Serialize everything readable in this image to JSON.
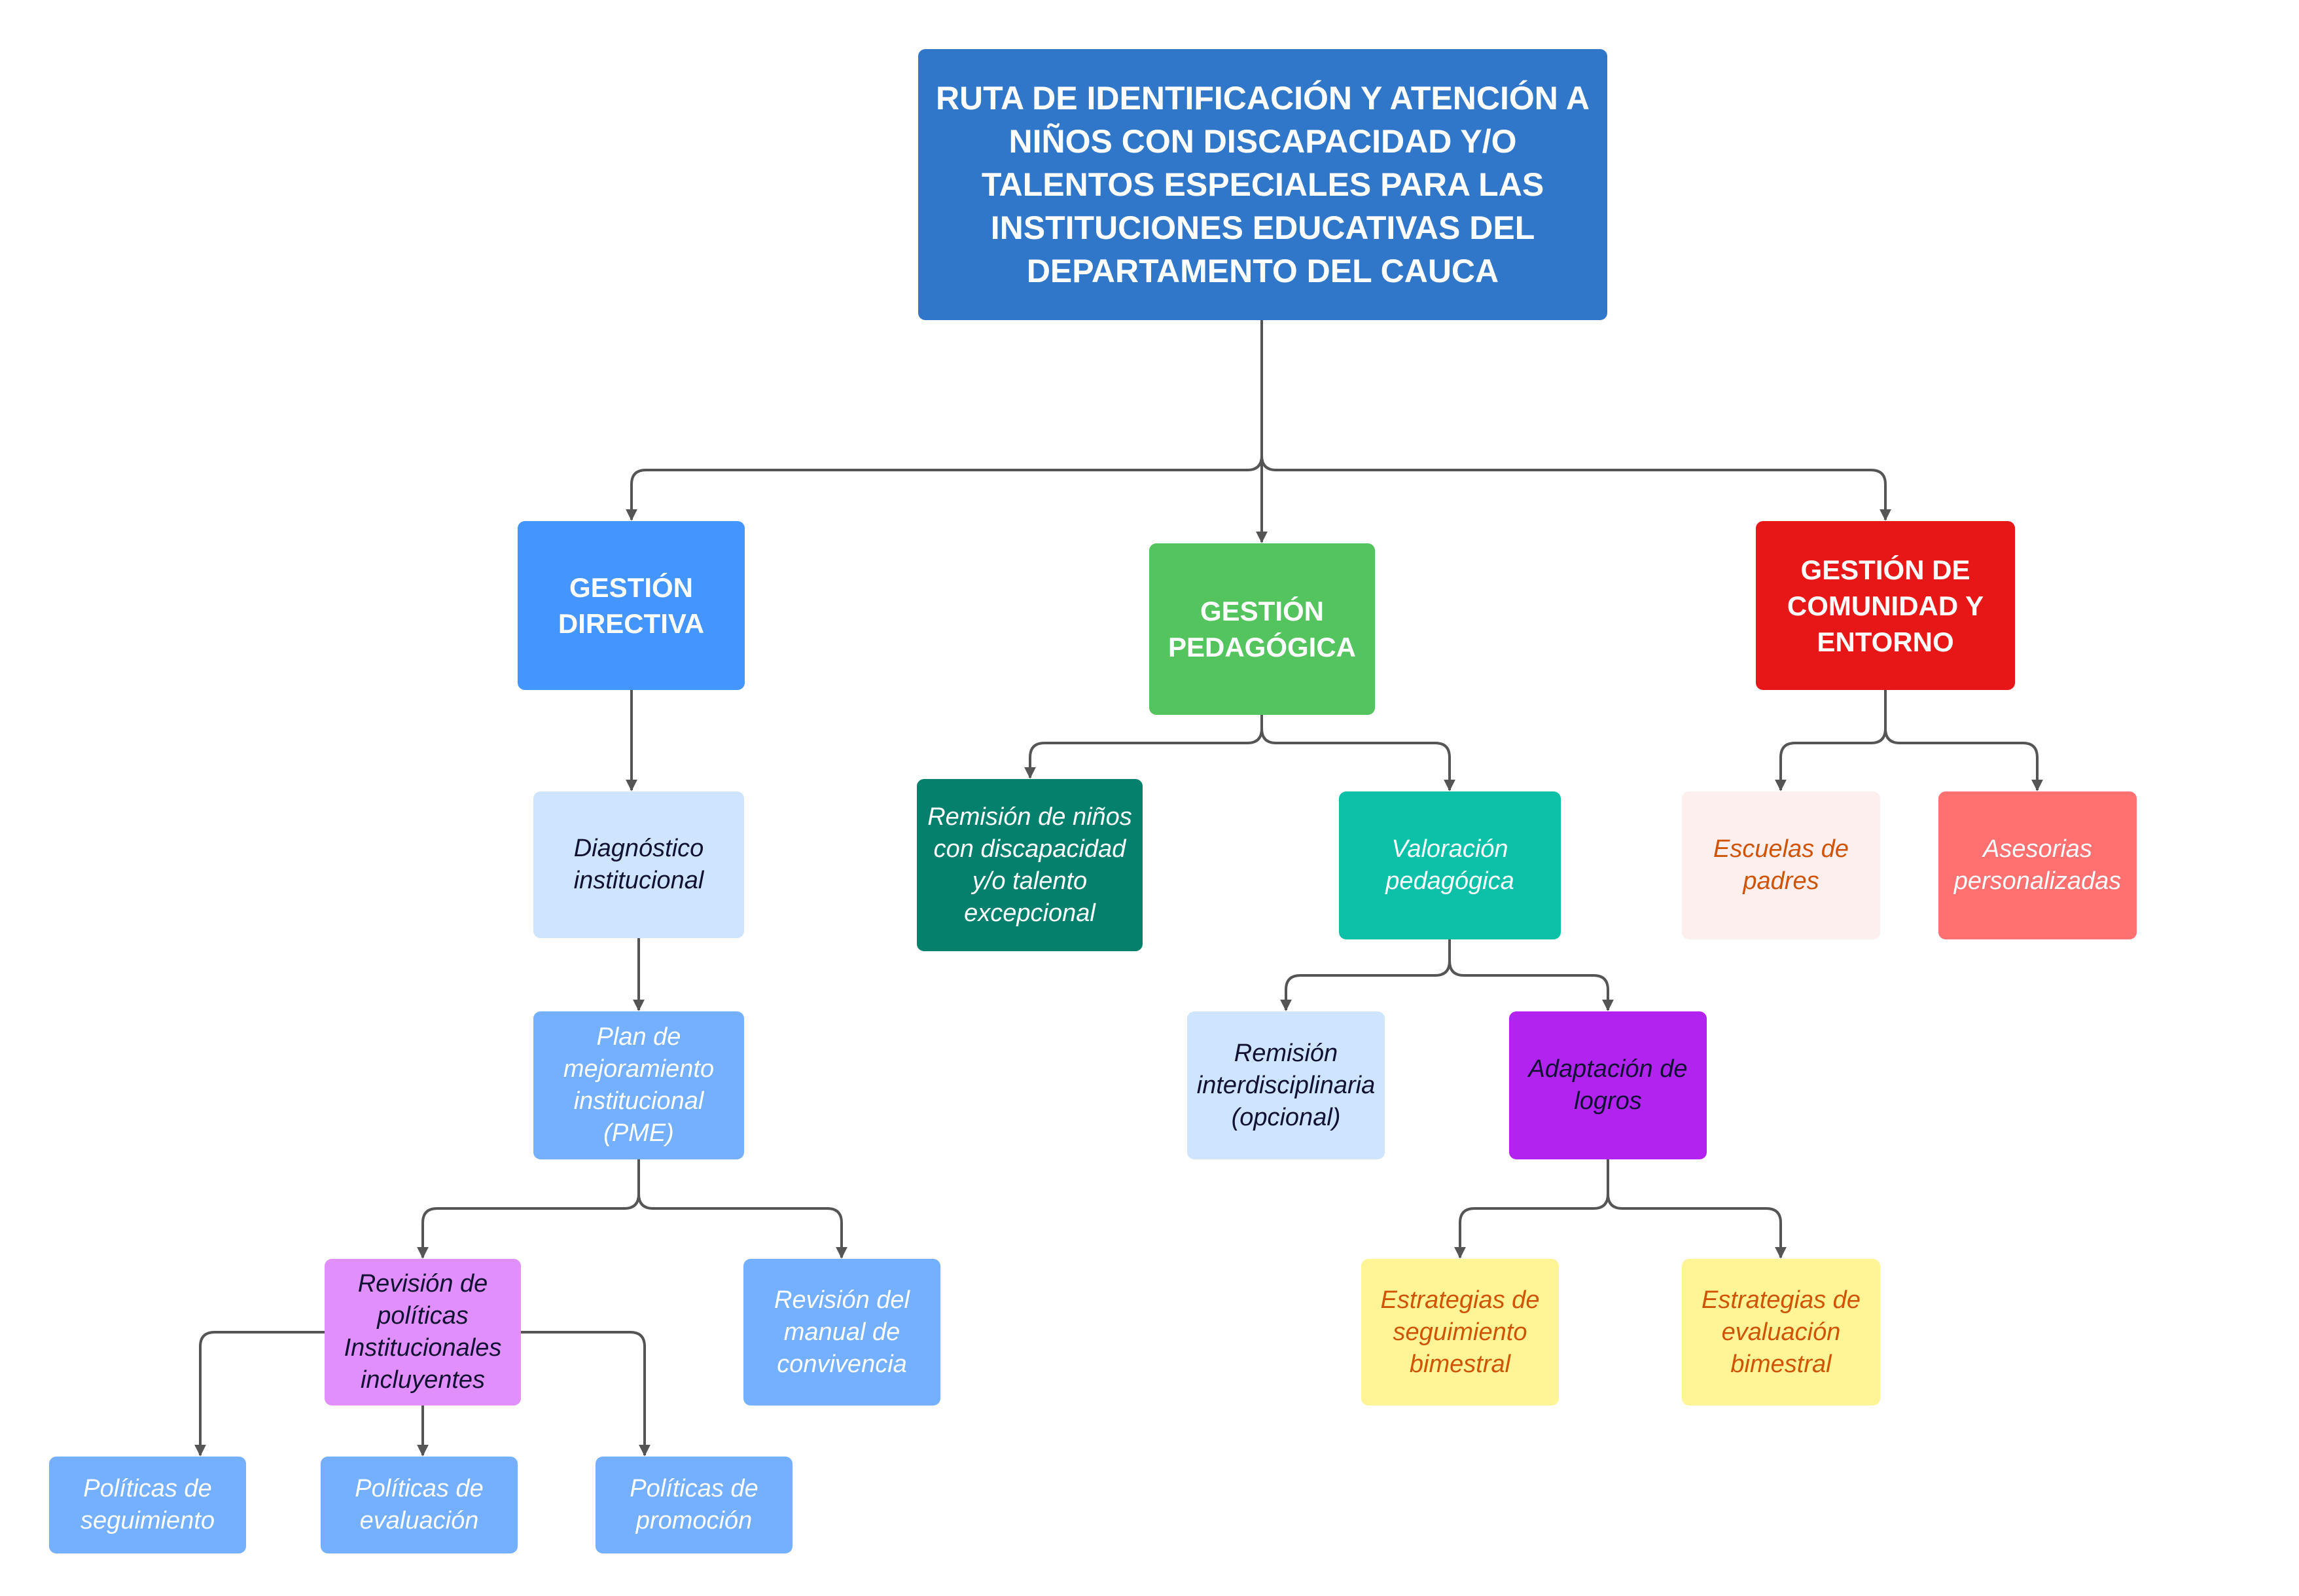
{
  "colors": {
    "connector": "#555555",
    "title": "#3077C9",
    "directiva": "#4595FF",
    "pedagogica": "#54C45E",
    "comunidad": "#E81717",
    "light_blue": "#CFE4FF",
    "mid_blue": "#74B0FF",
    "dark_teal": "#05806C",
    "teal": "#0DC0A8",
    "violet": "#B223F0",
    "lilac": "#E190FB",
    "pale_pink": "#FDEFEE",
    "salmon": "#FF7070",
    "yellow": "#FFF597",
    "orange_text": "#D05406",
    "navy_text": "#111133"
  },
  "nodes": {
    "title": "RUTA DE IDENTIFICACIÓN Y ATENCIÓN A NIÑOS CON DISCAPACIDAD Y/O TALENTOS ESPECIALES PARA LAS INSTITUCIONES EDUCATIVAS DEL DEPARTAMENTO DEL CAUCA",
    "gestion_directiva": "GESTIÓN DIRECTIVA",
    "gestion_pedagogica": "GESTIÓN PEDAGÓGICA",
    "gestion_comunidad": "GESTIÓN DE COMUNIDAD Y ENTORNO",
    "diagnostico": "Diagnóstico institucional",
    "pme": "Plan de mejoramiento institucional (PME)",
    "revision_politicas": "Revisión de políticas Institucionales incluyentes",
    "revision_manual": "Revisión del manual de convivencia",
    "politicas_seguimiento": "Políticas de seguimiento",
    "politicas_evaluacion": "Políticas de evaluación",
    "politicas_promocion": "Políticas de promoción",
    "remision_ninos": "Remisión de niños con discapacidad y/o talento excepcional",
    "valoracion": "Valoración pedagógica",
    "remision_inter": "Remisión interdisciplinaria (opcional)",
    "adaptacion": "Adaptación de logros",
    "estrategias_seguimiento": "Estrategias de seguimiento bimestral",
    "estrategias_evaluacion": "Estrategias de evaluación bimestral",
    "escuelas": "Escuelas de padres",
    "asesorias": "Asesorias personalizadas"
  }
}
